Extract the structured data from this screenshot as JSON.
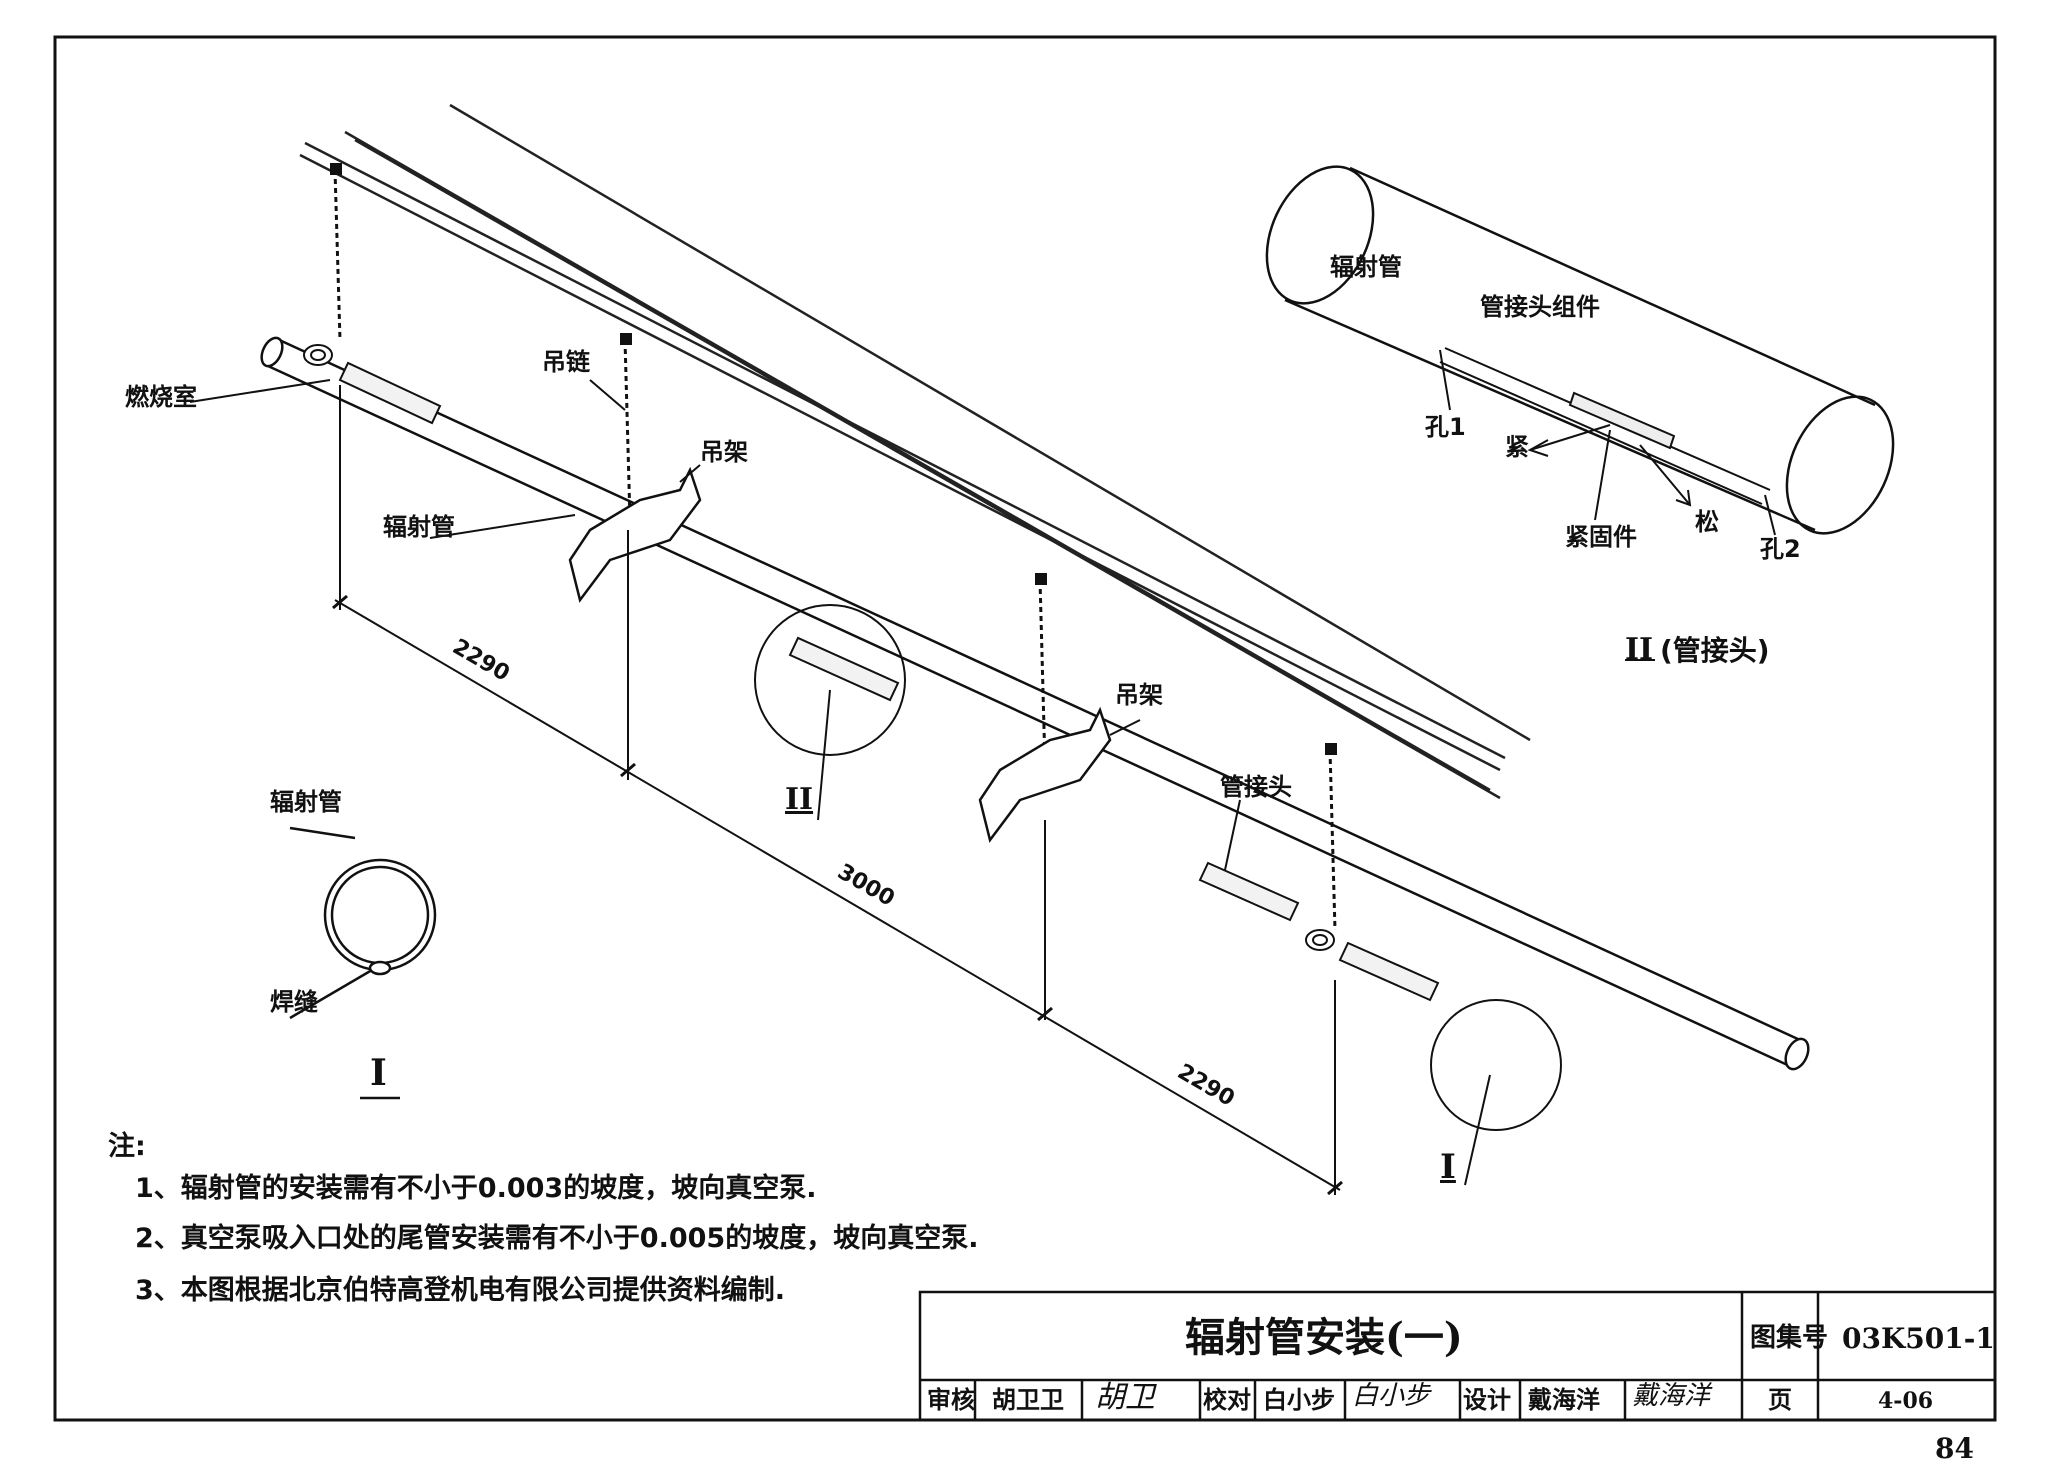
{
  "drawing": {
    "labels": {
      "combustion_chamber": "燃烧室",
      "radiant_tube_main": "辐射管",
      "hanging_chain": "吊链",
      "hanger_1": "吊架",
      "hanger_2": "吊架",
      "pipe_joint": "管接头",
      "dim_left": "2290",
      "dim_middle": "3000",
      "dim_right": "2290",
      "detail_ref_II": "II",
      "detail_ref_I": "I"
    },
    "section_I": {
      "radiant_tube": "辐射管",
      "weld": "焊缝",
      "caption": "I"
    },
    "detail_II": {
      "radiant_tube": "辐射管",
      "joint_assembly": "管接头组件",
      "hole_1": "孔1",
      "hole_2": "孔2",
      "tighten": "紧",
      "loosen": "松",
      "fastener": "紧固件",
      "caption_numeral": "II",
      "caption_text": "(管接头)"
    }
  },
  "notes": {
    "heading": "注:",
    "items": [
      "1、辐射管的安装需有不小于0.003的坡度，坡向真空泵.",
      "2、真空泵吸入口处的尾管安装需有不小于0.005的坡度，坡向真空泵.",
      "3、本图根据北京伯特高登机电有限公司提供资料编制."
    ]
  },
  "title_block": {
    "title": "辐射管安装(一)",
    "atlas_label": "图集号",
    "atlas_number": "03K501-1",
    "review_label": "审核",
    "reviewer": "胡卫卫",
    "reviewer_signature": "胡卫",
    "check_label": "校对",
    "checker": "白小步",
    "checker_signature": "白小步",
    "design_label": "设计",
    "designer": "戴海洋",
    "designer_signature": "戴海洋",
    "page_label": "页",
    "page_number": "4-06"
  },
  "sheet_number": "84"
}
